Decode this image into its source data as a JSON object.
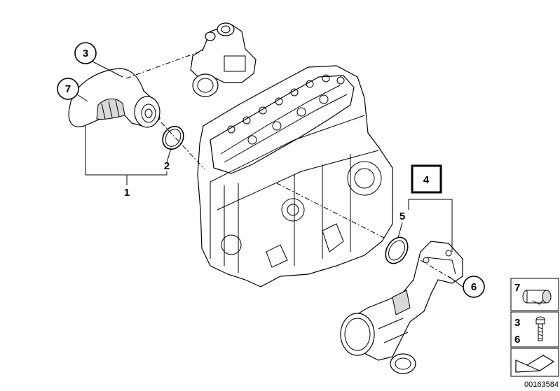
{
  "callouts": [
    {
      "id": "c1",
      "label": "1"
    },
    {
      "id": "c2",
      "label": "2"
    },
    {
      "id": "c3",
      "label": "3"
    },
    {
      "id": "c4",
      "label": "4"
    },
    {
      "id": "c5",
      "label": "5"
    },
    {
      "id": "c6",
      "label": "6"
    },
    {
      "id": "c7",
      "label": "7"
    }
  ],
  "legend": {
    "row1": "7",
    "row2a": "3",
    "row2b": "6"
  },
  "document_number": "00163584"
}
